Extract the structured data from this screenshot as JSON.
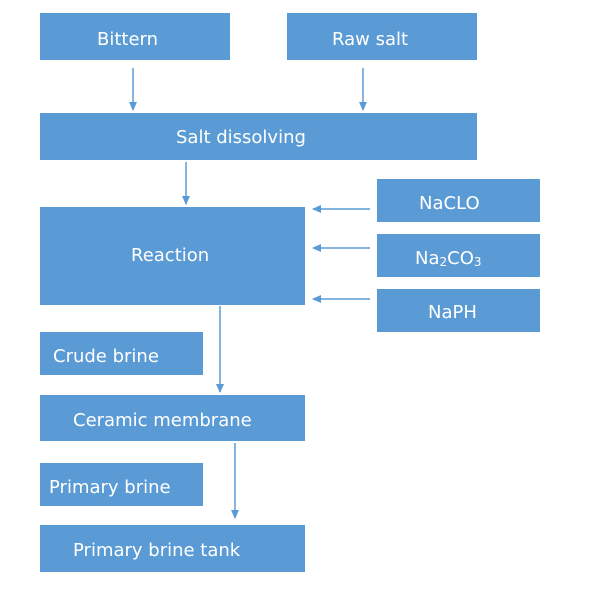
{
  "colors": {
    "box_fill": "#5b9bd5",
    "box_text": "#ffffff",
    "arrow": "#5b9bd5",
    "background": "#ffffff"
  },
  "boxes": {
    "bittern": "Bittern",
    "raw_salt": "Raw salt",
    "salt_dissolving": "Salt dissolving",
    "reaction": "Reaction",
    "naclo": "NaCLO",
    "na2co3": {
      "part1": "Na",
      "sub1": "2",
      "part2": "CO",
      "sub2": "3"
    },
    "naph": "NaPH",
    "crude_brine": "Crude brine",
    "ceramic_membrane": "Ceramic membrane",
    "primary_brine": "Primary brine",
    "primary_brine_tank": "Primary brine tank"
  }
}
